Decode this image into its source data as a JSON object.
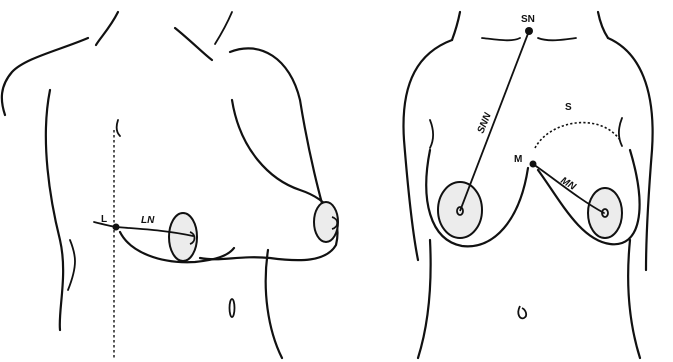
{
  "diagram": {
    "left_figure": {
      "point_L": "L",
      "line_LN": "LN"
    },
    "right_figure": {
      "point_SN": "SN",
      "line_SNN": "SNN",
      "arc_S": "S",
      "point_M": "M",
      "line_MN": "MN"
    }
  }
}
